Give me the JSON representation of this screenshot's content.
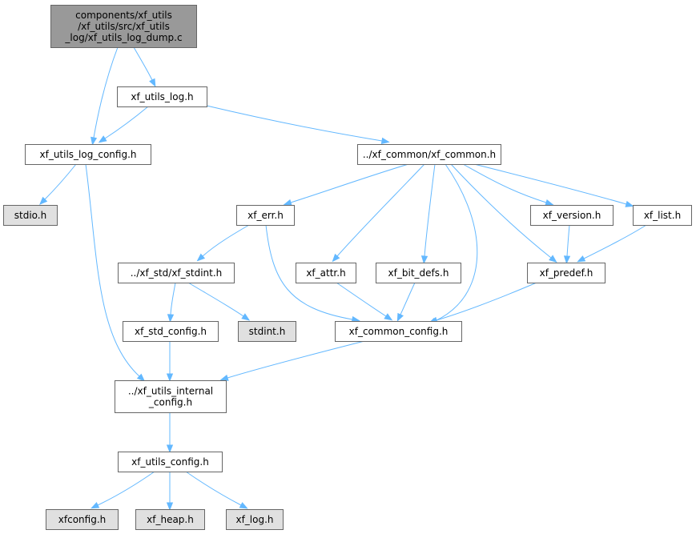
{
  "colors": {
    "root_fill": "#999999",
    "node_fill": "#ffffff",
    "external_fill": "#e0e0e0",
    "border": "#666666",
    "edge": "#63b8ff"
  },
  "nodes": [
    {
      "id": "root",
      "kind": "root",
      "lines": [
        "components/xf_utils",
        "/xf_utils/src/xf_utils",
        "_log/xf_utils_log_dump.c"
      ]
    },
    {
      "id": "xf_utils_log_h",
      "kind": "file",
      "lines": [
        "xf_utils_log.h"
      ]
    },
    {
      "id": "xf_utils_log_config_h",
      "kind": "file",
      "lines": [
        "xf_utils_log_config.h"
      ]
    },
    {
      "id": "xf_common_h",
      "kind": "file",
      "lines": [
        "../xf_common/xf_common.h"
      ]
    },
    {
      "id": "stdio_h",
      "kind": "external",
      "lines": [
        "stdio.h"
      ]
    },
    {
      "id": "xf_err_h",
      "kind": "file",
      "lines": [
        "xf_err.h"
      ]
    },
    {
      "id": "xf_version_h",
      "kind": "file",
      "lines": [
        "xf_version.h"
      ]
    },
    {
      "id": "xf_list_h",
      "kind": "file",
      "lines": [
        "xf_list.h"
      ]
    },
    {
      "id": "xf_stdint_h",
      "kind": "file",
      "lines": [
        "../xf_std/xf_stdint.h"
      ]
    },
    {
      "id": "xf_attr_h",
      "kind": "file",
      "lines": [
        "xf_attr.h"
      ]
    },
    {
      "id": "xf_bit_defs_h",
      "kind": "file",
      "lines": [
        "xf_bit_defs.h"
      ]
    },
    {
      "id": "xf_predef_h",
      "kind": "file",
      "lines": [
        "xf_predef.h"
      ]
    },
    {
      "id": "xf_std_config_h",
      "kind": "file",
      "lines": [
        "xf_std_config.h"
      ]
    },
    {
      "id": "stdint_h",
      "kind": "external",
      "lines": [
        "stdint.h"
      ]
    },
    {
      "id": "xf_common_config_h",
      "kind": "file",
      "lines": [
        "xf_common_config.h"
      ]
    },
    {
      "id": "xf_utils_internal_config_h",
      "kind": "file",
      "lines": [
        "../xf_utils_internal",
        "_config.h"
      ]
    },
    {
      "id": "xf_utils_config_h",
      "kind": "file",
      "lines": [
        "xf_utils_config.h"
      ]
    },
    {
      "id": "xfconfig_h",
      "kind": "external",
      "lines": [
        "xfconfig.h"
      ]
    },
    {
      "id": "xf_heap_h",
      "kind": "external",
      "lines": [
        "xf_heap.h"
      ]
    },
    {
      "id": "xf_log_h",
      "kind": "external",
      "lines": [
        "xf_log.h"
      ]
    }
  ],
  "edges": [
    {
      "from": "root",
      "to": "xf_utils_log_h"
    },
    {
      "from": "root",
      "to": "xf_utils_log_config_h"
    },
    {
      "from": "xf_utils_log_h",
      "to": "xf_utils_log_config_h"
    },
    {
      "from": "xf_utils_log_h",
      "to": "xf_common_h"
    },
    {
      "from": "xf_utils_log_config_h",
      "to": "stdio_h"
    },
    {
      "from": "xf_utils_log_config_h",
      "to": "xf_utils_internal_config_h"
    },
    {
      "from": "xf_common_h",
      "to": "xf_err_h"
    },
    {
      "from": "xf_common_h",
      "to": "xf_attr_h"
    },
    {
      "from": "xf_common_h",
      "to": "xf_bit_defs_h"
    },
    {
      "from": "xf_common_h",
      "to": "xf_common_config_h"
    },
    {
      "from": "xf_common_h",
      "to": "xf_predef_h"
    },
    {
      "from": "xf_common_h",
      "to": "xf_version_h"
    },
    {
      "from": "xf_common_h",
      "to": "xf_list_h"
    },
    {
      "from": "xf_err_h",
      "to": "xf_stdint_h"
    },
    {
      "from": "xf_err_h",
      "to": "xf_common_config_h"
    },
    {
      "from": "xf_version_h",
      "to": "xf_predef_h"
    },
    {
      "from": "xf_list_h",
      "to": "xf_predef_h"
    },
    {
      "from": "xf_stdint_h",
      "to": "xf_std_config_h"
    },
    {
      "from": "xf_stdint_h",
      "to": "stdint_h"
    },
    {
      "from": "xf_attr_h",
      "to": "xf_common_config_h"
    },
    {
      "from": "xf_bit_defs_h",
      "to": "xf_common_config_h"
    },
    {
      "from": "xf_predef_h",
      "to": "xf_common_config_h"
    },
    {
      "from": "xf_std_config_h",
      "to": "xf_utils_internal_config_h"
    },
    {
      "from": "xf_common_config_h",
      "to": "xf_utils_internal_config_h"
    },
    {
      "from": "xf_utils_internal_config_h",
      "to": "xf_utils_config_h"
    },
    {
      "from": "xf_utils_config_h",
      "to": "xfconfig_h"
    },
    {
      "from": "xf_utils_config_h",
      "to": "xf_heap_h"
    },
    {
      "from": "xf_utils_config_h",
      "to": "xf_log_h"
    }
  ]
}
